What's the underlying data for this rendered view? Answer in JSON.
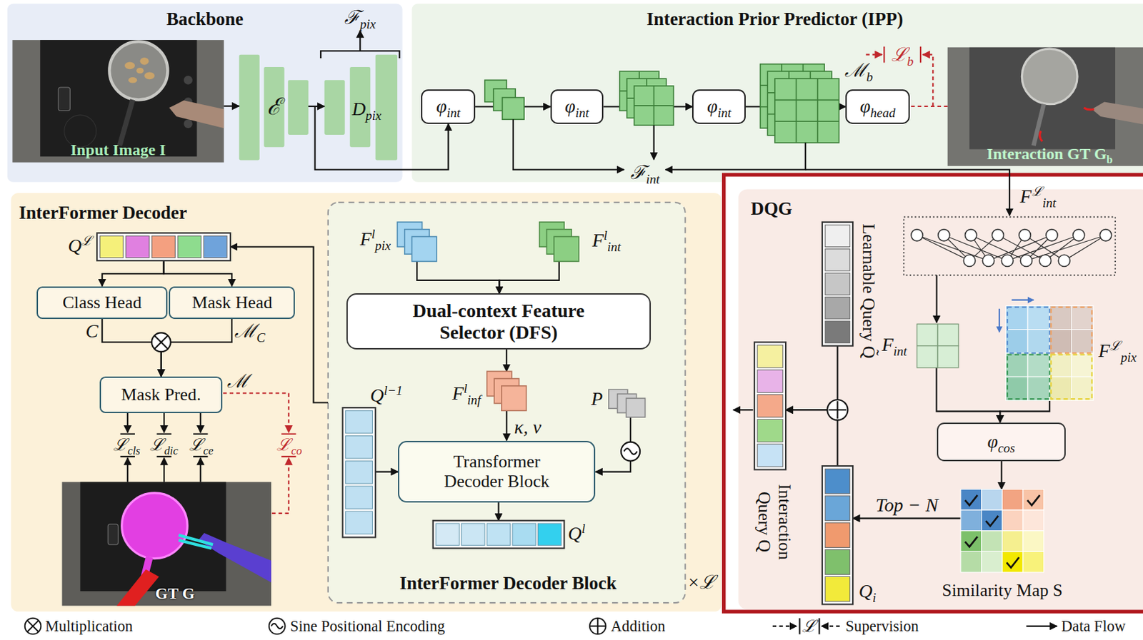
{
  "diagram": {
    "nodes": [
      {
        "text": [
          "Backbone"
        ]
      },
      {
        "text": [
          "Input Image I"
        ],
        "in": 0
      },
      {
        "text": [
          "ℰ"
        ],
        "in": 0
      },
      {
        "text": [
          "Dpix"
        ],
        "in": 0
      },
      {
        "text": [
          "Interaction Prior Predictor (IPP)"
        ]
      },
      {
        "text": [
          "φint"
        ],
        "in": 4
      },
      {
        "text": [
          "φint"
        ],
        "in": 4
      },
      {
        "text": [
          "φint"
        ],
        "in": 4
      },
      {
        "text": [
          "φhead"
        ],
        "in": 4
      },
      {
        "text": [
          "Interaction GT Gb"
        ],
        "in": 4
      },
      {
        "text": [
          "DQG"
        ]
      },
      {
        "text": [
          "Learnable Query Q̃"
        ],
        "in": 10
      },
      {
        "text": [
          "Interaction Query Q"
        ],
        "in": 10
      },
      {
        "text": [
          "Qi"
        ],
        "in": 10
      },
      {
        "text": [
          "Fint"
        ],
        "in": 10
      },
      {
        "text": [
          "Fℒpix"
        ],
        "in": 10
      },
      {
        "text": [
          "φcos"
        ],
        "in": 10
      },
      {
        "text": [
          "Similarity Map S"
        ],
        "in": 10
      },
      {
        "text": [
          "InterFormer Decoder"
        ]
      },
      {
        "text": [
          "Qℒ"
        ],
        "in": 18
      },
      {
        "text": [
          "Class Head"
        ],
        "in": 18
      },
      {
        "text": [
          "Mask Head"
        ],
        "in": 18
      },
      {
        "text": [
          "Mask Pred."
        ],
        "in": 18
      },
      {
        "text": [
          "GT G"
        ],
        "in": 18
      },
      {
        "text": [
          "InterFormer Decoder Block"
        ],
        "in": 18
      },
      {
        "text": [
          "Flpix"
        ],
        "in": 24
      },
      {
        "text": [
          "Flint"
        ],
        "in": 24
      },
      {
        "text": [
          "Dual-context Feature Selector (DFS)"
        ],
        "in": 24
      },
      {
        "text": [
          "Flinf"
        ],
        "in": 24
      },
      {
        "text": [
          "Ql−1"
        ],
        "in": 24
      },
      {
        "text": [
          "Transformer Decoder Block"
        ],
        "in": 24
      },
      {
        "text": [
          "P"
        ],
        "in": 24
      },
      {
        "text": [
          "Ql"
        ],
        "in": 24
      }
    ],
    "edges": [
      {
        "from": 1,
        "to": 2,
        "arrow": "to"
      },
      {
        "from": 2,
        "to": 3,
        "arrow": "to"
      },
      {
        "from": 2,
        "to": 5,
        "arrow": "to"
      },
      {
        "from": 5,
        "to": 6,
        "arrow": "to"
      },
      {
        "from": 6,
        "to": 7,
        "arrow": "to"
      },
      {
        "from": 7,
        "to": 8,
        "arrow": "to"
      },
      {
        "from": 14,
        "to": 16,
        "arrow": "to"
      },
      {
        "from": 15,
        "to": 16,
        "arrow": "to"
      },
      {
        "from": 16,
        "to": 17,
        "arrow": "to"
      },
      {
        "from": 17,
        "to": 13,
        "label": "Top − N",
        "arrow": "to"
      },
      {
        "from": 11,
        "to": 12,
        "arrow": "to"
      },
      {
        "from": 13,
        "to": 12,
        "arrow": "to"
      },
      {
        "from": 19,
        "to": 20,
        "arrow": "to"
      },
      {
        "from": 19,
        "to": 21,
        "arrow": "to"
      },
      {
        "from": 20,
        "to": 22,
        "label": "C",
        "arrow": "to"
      },
      {
        "from": 21,
        "to": 22,
        "label": "ℳC",
        "arrow": "to"
      },
      {
        "from": 25,
        "to": 27,
        "arrow": "to"
      },
      {
        "from": 26,
        "to": 27,
        "arrow": "to"
      },
      {
        "from": 27,
        "to": 28,
        "arrow": "to"
      },
      {
        "from": 28,
        "to": 30,
        "label": "κ, ν",
        "arrow": "to"
      },
      {
        "from": 29,
        "to": 30,
        "arrow": "to"
      },
      {
        "from": 31,
        "to": 30,
        "arrow": "to"
      },
      {
        "from": 30,
        "to": 32,
        "arrow": "to"
      },
      {
        "from": 24,
        "to": 19,
        "arrow": "to"
      }
    ],
    "labels": [
      "ℱpix",
      "ℱint",
      "ℳb",
      "ℒb",
      "Fℒint",
      "ℳ",
      "ℒcls",
      "ℒdic",
      "ℒce",
      "ℒco",
      "×ℒ",
      "ℒ"
    ],
    "legend": [
      {
        "text": "Multiplication"
      },
      {
        "text": "Sine Positional Encoding"
      },
      {
        "text": "Addition"
      },
      {
        "text": "Supervision"
      },
      {
        "text": "Data Flow"
      }
    ]
  }
}
